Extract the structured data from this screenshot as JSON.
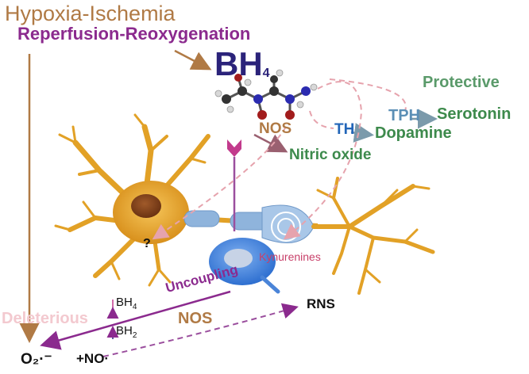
{
  "header": {
    "line1": "Hypoxia-Ischemia",
    "line2": "Reperfusion-Reoxygenation"
  },
  "molecule": {
    "label_main": "BH",
    "label_sub": "4"
  },
  "pathway": {
    "protective_label": "Protective",
    "tph_label": "TPH",
    "serotonin_label": "Serotonin",
    "th_label": "TH",
    "dopamine_label": "Dopamine",
    "nos_top_label": "NOS",
    "nitric_oxide_label": "Nitric oxide",
    "question_label": "?",
    "kynurenines_label": "Kynurenines"
  },
  "deleterious": {
    "label": "Deleterious",
    "uncoupling_label": "Uncoupling",
    "nos_bottom_label": "NOS",
    "bh4_main": "BH",
    "bh4_sub": "4",
    "bh2_main": "BH",
    "bh2_sub": "2",
    "rns_label": "RNS",
    "superoxide_label": "O₂·⁻",
    "no_radical_label": "+NO·"
  },
  "colors": {
    "brown": "#b07a45",
    "purple": "#8b2a8e",
    "navy": "#2b237a",
    "green": "#3d8a4c",
    "blue": "#2265b8",
    "pink_dashed": "#e6a3ad",
    "neuron_gold": "#e8a92a",
    "axon_blue": "#8fb4dc"
  }
}
